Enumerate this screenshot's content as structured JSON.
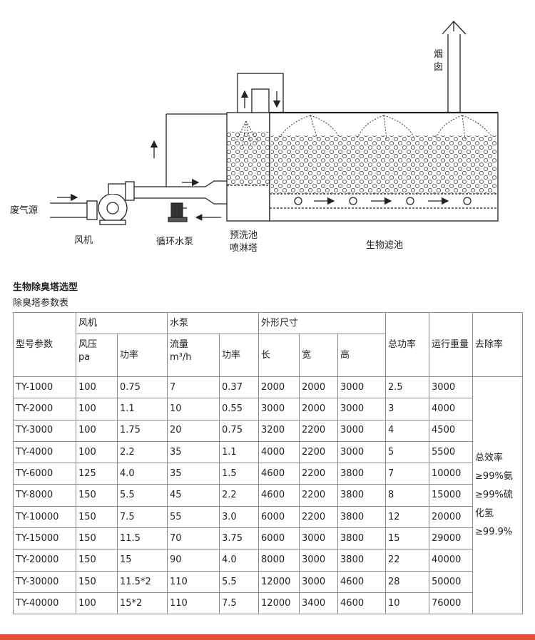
{
  "diagram": {
    "labels": {
      "exhaust_source": "废气源",
      "fan": "风机",
      "pump": "循环水泵",
      "prewash_line1": "预洗池",
      "prewash_line2": "喷淋塔",
      "biofilter": "生物滤池",
      "chimney_line1": "烟",
      "chimney_line2": "囱"
    }
  },
  "section_title": "生物除臭塔选型",
  "table_caption": "除臭塔参数表",
  "table": {
    "headers": {
      "model": "型号参数",
      "fan": "风机",
      "fan_pressure": "风压",
      "fan_pressure_unit": "pa",
      "fan_power": "功率",
      "pump": "水泵",
      "pump_flow": "流量",
      "pump_flow_unit": "m³/h",
      "pump_power": "功率",
      "dims": "外形尺寸",
      "length": "长",
      "width": "宽",
      "height": "高",
      "total_power": "总功率",
      "weight": "运行重量",
      "removal": "去除率"
    },
    "rows": [
      [
        "TY-1000",
        "100",
        "0.75",
        "7",
        "0.37",
        "2000",
        "2000",
        "3000",
        "2.5",
        "3000"
      ],
      [
        "TY-2000",
        "100",
        "1.1",
        "10",
        "0.55",
        "3000",
        "2000",
        "3000",
        "3",
        "4000"
      ],
      [
        "TY-3000",
        "100",
        "1.75",
        "20",
        "0.75",
        "3200",
        "2200",
        "3000",
        "4",
        "4500"
      ],
      [
        "TY-4000",
        "100",
        "2.2",
        "35",
        "1.1",
        "4000",
        "2200",
        "3000",
        "5",
        "5500"
      ],
      [
        "TY-6000",
        "125",
        "4.0",
        "35",
        "1.5",
        "4600",
        "2200",
        "3800",
        "7",
        "10000"
      ],
      [
        "TY-8000",
        "150",
        "5.5",
        "45",
        "2.2",
        "4600",
        "2200",
        "3800",
        "8",
        "15000"
      ],
      [
        "TY-10000",
        "150",
        "7.5",
        "55",
        "3.0",
        "6000",
        "2200",
        "3800",
        "12",
        "20000"
      ],
      [
        "TY-15000",
        "150",
        "11.5",
        "70",
        "3.75",
        "6000",
        "3000",
        "3800",
        "15",
        "29000"
      ],
      [
        "TY-20000",
        "150",
        "15",
        "90",
        "4.0",
        "8000",
        "3000",
        "3800",
        "22",
        "40000"
      ],
      [
        "TY-30000",
        "150",
        "11.5*2",
        "110",
        "5.5",
        "12000",
        "3000",
        "4600",
        "28",
        "50000"
      ],
      [
        "TY-40000",
        "100",
        "15*2",
        "110",
        "7.5",
        "12000",
        "3400",
        "4600",
        "10",
        "76000"
      ]
    ],
    "removal_lines": [
      "总效率",
      "≥99%氨",
      "≥99%硫",
      "化氢",
      "≥99.9%"
    ]
  }
}
